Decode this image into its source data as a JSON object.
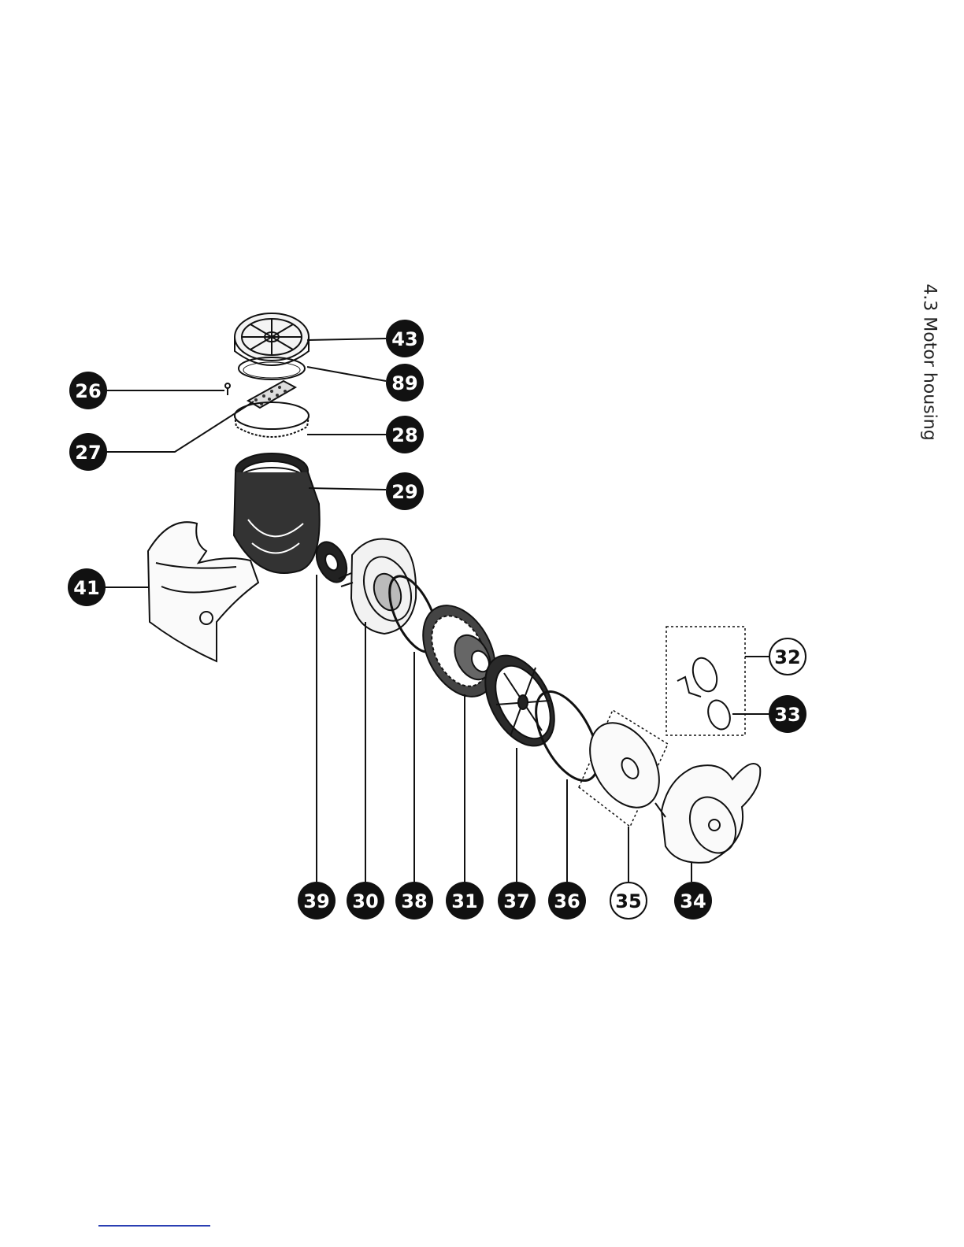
{
  "title": "4.3 Motor housing",
  "colors": {
    "ink": "#111111",
    "paper": "#ffffff",
    "rule": "#2a3fb3"
  },
  "callouts": [
    {
      "id": "43",
      "style": "filled"
    },
    {
      "id": "89",
      "style": "filled"
    },
    {
      "id": "26",
      "style": "filled"
    },
    {
      "id": "27",
      "style": "filled"
    },
    {
      "id": "28",
      "style": "filled"
    },
    {
      "id": "29",
      "style": "filled"
    },
    {
      "id": "41",
      "style": "filled"
    },
    {
      "id": "32",
      "style": "outline"
    },
    {
      "id": "33",
      "style": "filled"
    },
    {
      "id": "39",
      "style": "filled"
    },
    {
      "id": "30",
      "style": "filled"
    },
    {
      "id": "38",
      "style": "filled"
    },
    {
      "id": "31",
      "style": "filled"
    },
    {
      "id": "37",
      "style": "filled"
    },
    {
      "id": "36",
      "style": "filled"
    },
    {
      "id": "35",
      "style": "outline"
    },
    {
      "id": "34",
      "style": "filled"
    }
  ]
}
